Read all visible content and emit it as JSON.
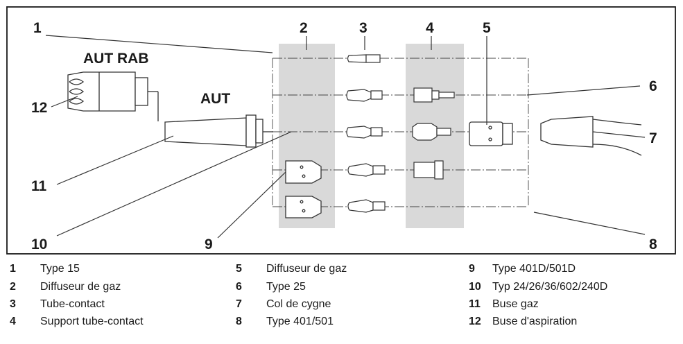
{
  "callouts": {
    "c1": "1",
    "c2": "2",
    "c3": "3",
    "c4": "4",
    "c5": "5",
    "c6": "6",
    "c7": "7",
    "c8": "8",
    "c9": "9",
    "c10": "10",
    "c11": "11",
    "c12": "12"
  },
  "variants": {
    "aut_rab": "AUT RAB",
    "aut": "AUT"
  },
  "legend": [
    {
      "num": "1",
      "label": "Type 15"
    },
    {
      "num": "2",
      "label": "Diffuseur de gaz"
    },
    {
      "num": "3",
      "label": "Tube-contact"
    },
    {
      "num": "4",
      "label": "Support tube-contact"
    },
    {
      "num": "5",
      "label": "Diffuseur de gaz"
    },
    {
      "num": "6",
      "label": "Type 25"
    },
    {
      "num": "7",
      "label": "Col de cygne"
    },
    {
      "num": "8",
      "label": "Type 401/501"
    },
    {
      "num": "9",
      "label": "Type 401D/501D"
    },
    {
      "num": "10",
      "label": "Typ 24/26/36/602/240D"
    },
    {
      "num": "11",
      "label": "Buse gaz"
    },
    {
      "num": "12",
      "label": "Buse d'aspiration"
    }
  ],
  "colors": {
    "frame": "#1a1a1a",
    "shade": "#d9d9d9",
    "line": "#333333"
  }
}
